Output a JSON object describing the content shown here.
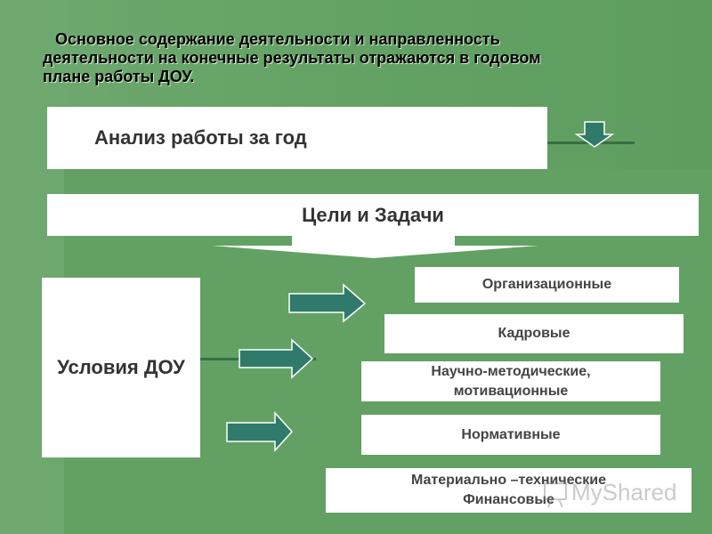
{
  "title": {
    "line1": "Основное содержание деятельности и направленность",
    "line2": "деятельности на конечные результаты отражаются в годовом",
    "line3": "плане работы ДОУ."
  },
  "analysis": {
    "label": "Анализ работы за год"
  },
  "goals": {
    "label": "Цели и Задачи"
  },
  "conditions": {
    "label": "Условия ДОУ"
  },
  "categories": [
    {
      "label": "Организационные"
    },
    {
      "label": "Кадровые"
    },
    {
      "label_line1": "Научно-методические,",
      "label_line2": "мотивационные"
    },
    {
      "label": "Нормативные"
    },
    {
      "label_line1": "Материально –технические",
      "label_line2": "Финансовые"
    }
  ],
  "watermark": {
    "text": "MyShared",
    "icon": "presentation-logo-icon"
  },
  "colors": {
    "background": "#66a367",
    "arrow_fill": "#2f7a6a",
    "arrow_stroke": "#ffffff",
    "connector": "#3a6e43",
    "box": "#ffffff"
  }
}
